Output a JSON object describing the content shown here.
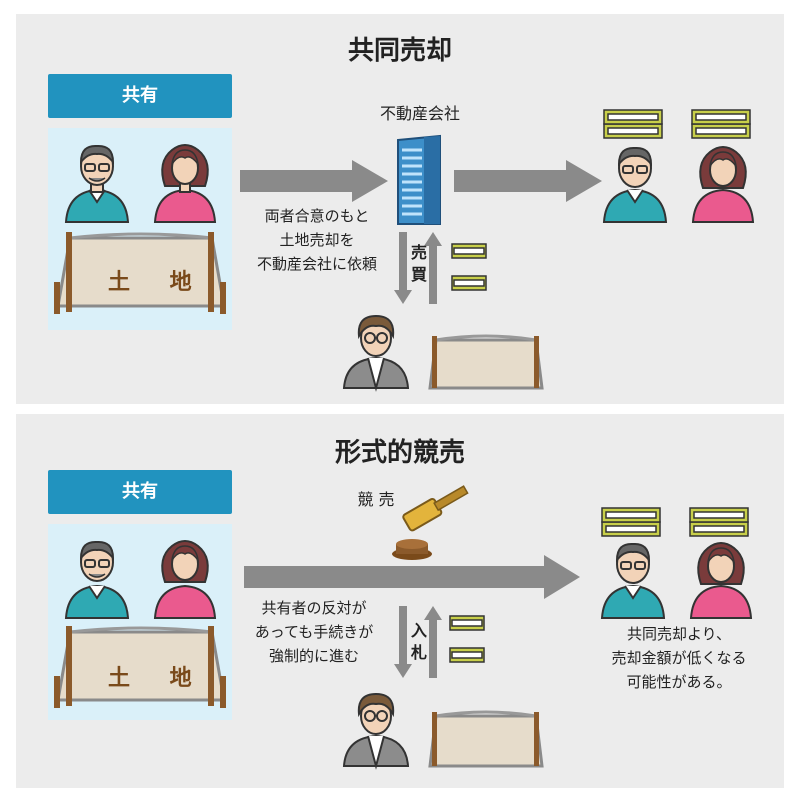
{
  "top": {
    "title": "共同売却",
    "label": "共有",
    "land": "土 地",
    "company_label": "不動産会社",
    "note_lines": [
      "両者合意のもと",
      "土地売却を",
      "不動産会社に依頼"
    ],
    "vertical_label": [
      "売",
      "買"
    ]
  },
  "bottom": {
    "title": "形式的競売",
    "label": "共有",
    "land": "土 地",
    "auction_label": "競 売",
    "note_lines": [
      "共有者の反対が",
      "あっても手続きが",
      "強制的に進む"
    ],
    "vertical_label": [
      "入",
      "札"
    ],
    "result_lines": [
      "共同売却より、",
      "売却金額が低くなる",
      "可能性がある。"
    ]
  },
  "colors": {
    "panel": "#ececec",
    "label": "#2193bf",
    "co_area": "#daf0f9",
    "arrow": "#8a8a8a",
    "building": "#3d8fc9",
    "man_shirt": "#2fa9b3",
    "woman_shirt": "#ea5a8e",
    "land": "#e6dccb",
    "money": "#c8cf4a"
  }
}
